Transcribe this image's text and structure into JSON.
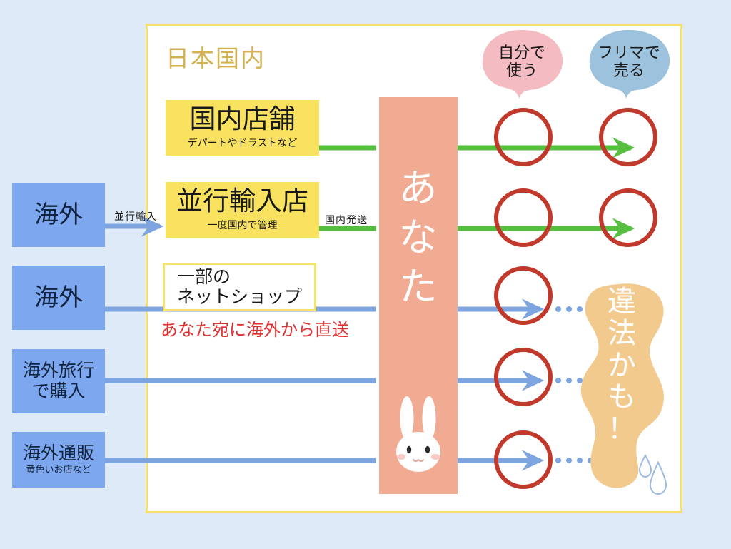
{
  "frame": {
    "title": "日本国内",
    "border_color": "#f7e36b",
    "title_color": "#d4b251"
  },
  "sources": [
    {
      "title": "海外",
      "sub": ""
    },
    {
      "title": "海外",
      "sub": ""
    },
    {
      "title": "海外旅行\nで購入",
      "line1": "海外旅行",
      "line2": "で購入",
      "sub": ""
    },
    {
      "title": "海外通販",
      "sub": "黄色いお店など"
    }
  ],
  "routes": [
    {
      "title": "国内店舗",
      "sub": "デパートやドラストなど",
      "kind": "yellow"
    },
    {
      "title": "並行輸入店",
      "sub": "一度国内で管理",
      "kind": "yellow"
    },
    {
      "title_line1": "一部の",
      "title_line2": "ネットショップ",
      "note": "あなた宛に海外から直送",
      "kind": "white"
    }
  ],
  "edge_labels": {
    "parallel_import": "並行輸入",
    "domestic_shipping": "国内発送"
  },
  "you_column": {
    "char1": "あ",
    "char2": "な",
    "char3": "た",
    "color": "#f0ab92",
    "text_color": "#ffffff"
  },
  "outcomes": [
    {
      "id": "use-yourself",
      "line1": "自分で",
      "line2": "使う",
      "blob_color": "#f4bcc2"
    },
    {
      "id": "sell-on-flea-market",
      "line1": "フリマで",
      "line2": "売る",
      "blob_color": "#9dc2dd"
    }
  ],
  "warning": {
    "char1": "違",
    "char2": "法",
    "char3": "か",
    "char4": "も",
    "char5": "！",
    "blob_color": "#f2ca8e",
    "text_color": "#ffffff"
  },
  "colors": {
    "green_flow": "#56bf3f",
    "blue_flow": "#7fa5e0",
    "red_circle": "#c0392b",
    "source_box": "#7da7ee",
    "route_box": "#f8e25f",
    "red_note": "#e03030",
    "background": "#dfeaf8"
  },
  "flow_rows": [
    {
      "row": 1,
      "type": "green",
      "ends_in": "sell-circle"
    },
    {
      "row": 2,
      "type": "green",
      "ends_in": "sell-circle"
    },
    {
      "row": 3,
      "type": "blue",
      "ends_in": "use-circle",
      "dotted_to": "warning"
    },
    {
      "row": 4,
      "type": "blue",
      "ends_in": "use-circle",
      "dotted_to": "warning"
    },
    {
      "row": 5,
      "type": "blue",
      "ends_in": "use-circle",
      "dotted_to": "warning"
    }
  ]
}
